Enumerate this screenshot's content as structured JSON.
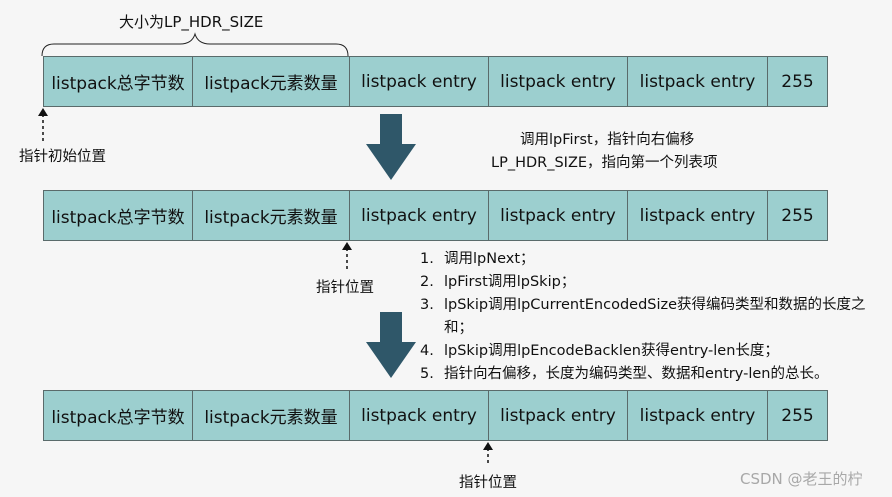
{
  "header_size_label": "大小为LP_HDR_SIZE",
  "rows": [
    {
      "cells": [
        "listpack总字节数",
        "listpack元素数量",
        "listpack entry",
        "listpack entry",
        "listpack entry",
        "255"
      ]
    },
    {
      "cells": [
        "listpack总字节数",
        "listpack元素数量",
        "listpack entry",
        "listpack entry",
        "listpack entry",
        "255"
      ]
    },
    {
      "cells": [
        "listpack总字节数",
        "listpack元素数量",
        "listpack entry",
        "listpack entry",
        "listpack entry",
        "255"
      ]
    }
  ],
  "pointer_labels": {
    "initial": "指针初始位置",
    "after_first": "指针位置",
    "after_next": "指针位置"
  },
  "step1_text": {
    "line1": "调用lpFirst，指针向右偏移",
    "line2": "LP_HDR_SIZE，指向第一个列表项"
  },
  "step2_list": [
    {
      "num": "1.",
      "text": "调用lpNext；"
    },
    {
      "num": "2.",
      "text": "lpFirst调用lpSkip；"
    },
    {
      "num": "3.",
      "text": "lpSkip调用lpCurrentEncodedSize获得编码类型和数据的长度之和；"
    },
    {
      "num": "4.",
      "text": "lpSkip调用lpEncodeBacklen获得entry-len长度；"
    },
    {
      "num": "5.",
      "text": "指针向右偏移，长度为编码类型、数据和entry-len的总长。"
    }
  ],
  "watermark": "CSDN @老王的柠",
  "colors": {
    "cell_fill": "#9ccfcf",
    "cell_border": "#5a6b6b",
    "arrow_fill": "#2f5769"
  }
}
